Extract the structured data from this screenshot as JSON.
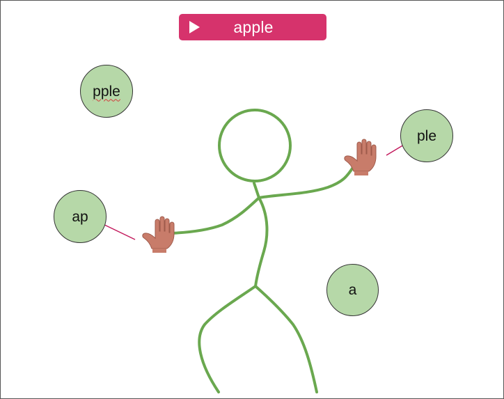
{
  "target_word": {
    "label": "apple",
    "icon": "play-icon",
    "color": "#d6336c"
  },
  "bubbles": [
    {
      "label": "pple",
      "color": "#b6d8a8",
      "spellcheck_underline": true
    },
    {
      "label": "ple",
      "color": "#b6d8a8"
    },
    {
      "label": "ap",
      "color": "#b6d8a8"
    },
    {
      "label": "a",
      "color": "#b6d8a8"
    }
  ],
  "figure": {
    "body_color": "#6aa84f",
    "hand_color": "#c87c6a",
    "arrow_color": "#c2185b"
  }
}
